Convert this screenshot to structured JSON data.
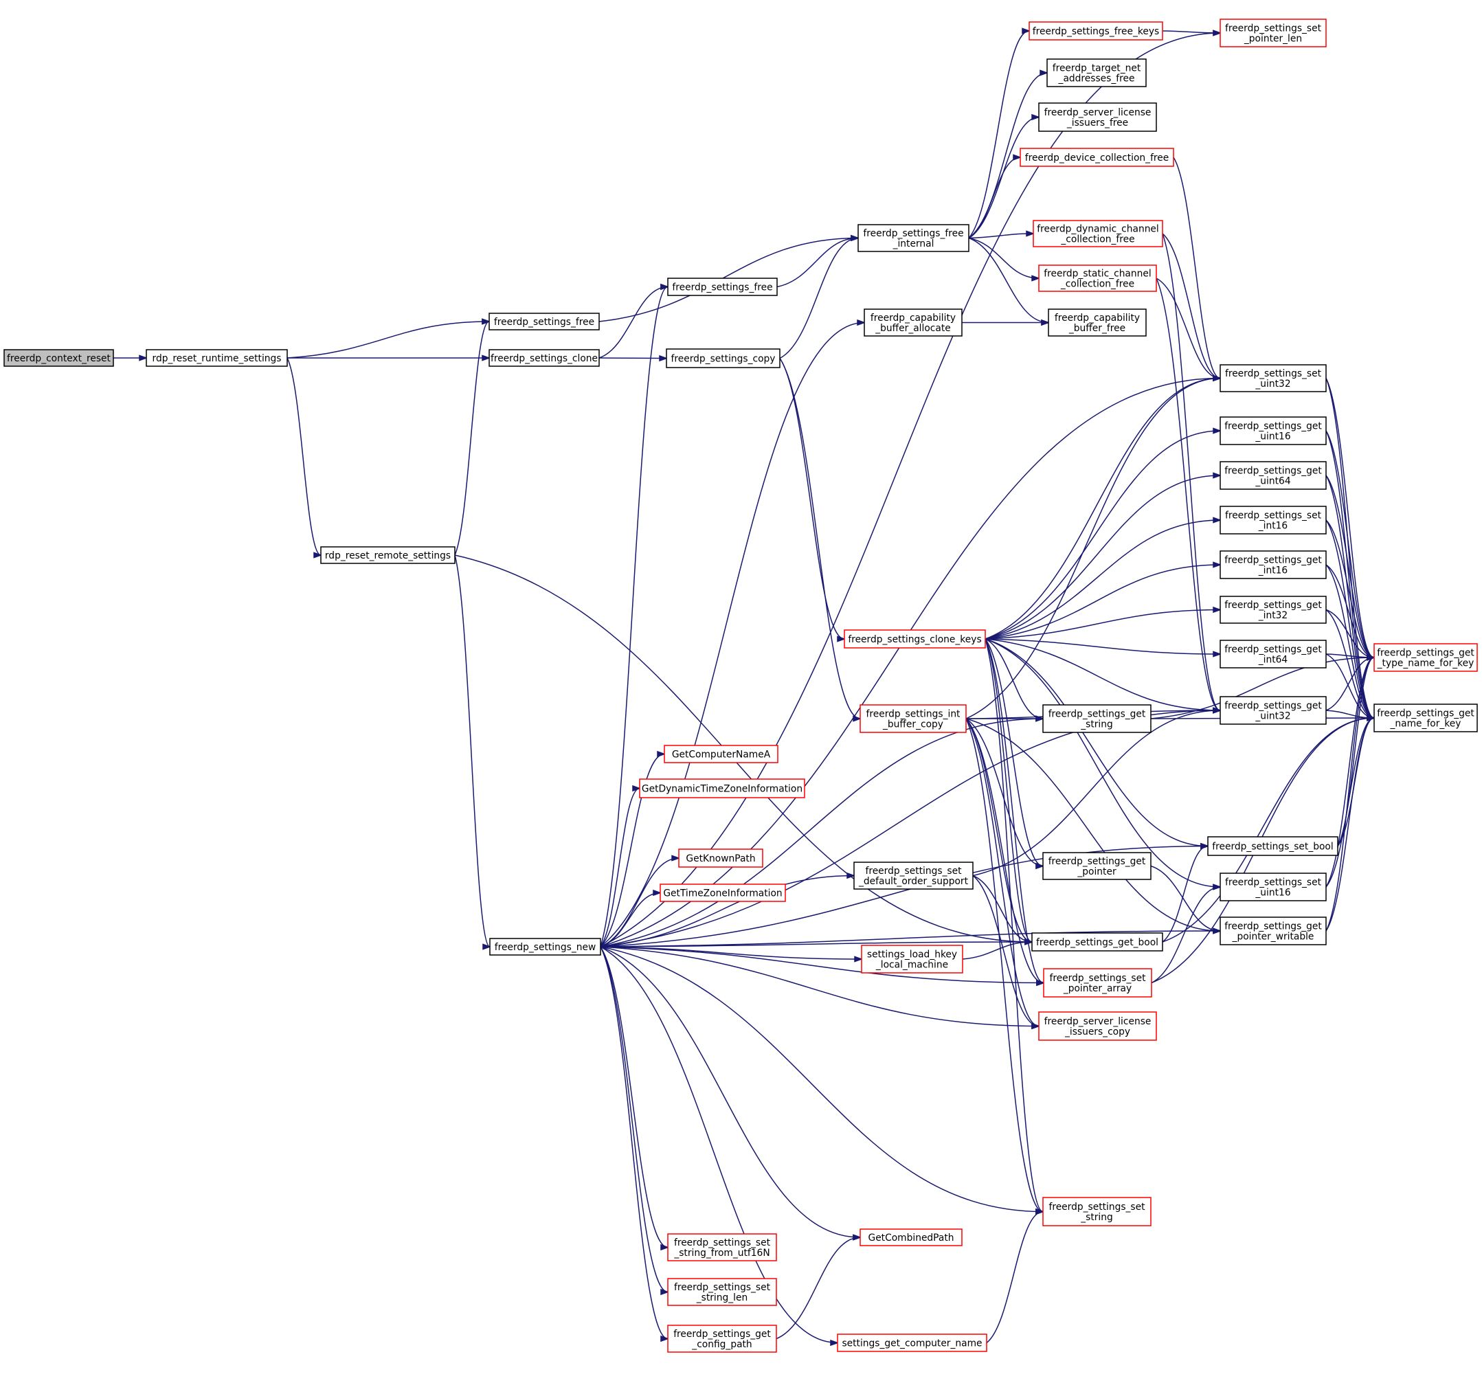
{
  "graph": {
    "colors": {
      "edge": "#191970",
      "node_border_normal": "#000000",
      "node_border_link": "#ff0000",
      "node_fill_root": "#bfbfbf",
      "node_fill": "#ffffff"
    },
    "nodes": [
      {
        "id": "freerdp_context_reset",
        "lines": [
          "freerdp_context_reset"
        ],
        "kind": "root"
      },
      {
        "id": "rdp_reset_runtime_settings",
        "lines": [
          "rdp_reset_runtime_settings"
        ],
        "kind": "normal"
      },
      {
        "id": "rdp_reset_remote_settings",
        "lines": [
          "rdp_reset_remote_settings"
        ],
        "kind": "normal"
      },
      {
        "id": "freerdp_settings_free_a",
        "lines": [
          "freerdp_settings_free"
        ],
        "kind": "normal"
      },
      {
        "id": "freerdp_settings_clone",
        "lines": [
          "freerdp_settings_clone"
        ],
        "kind": "normal"
      },
      {
        "id": "freerdp_settings_new",
        "lines": [
          "freerdp_settings_new"
        ],
        "kind": "normal"
      },
      {
        "id": "freerdp_settings_free_b",
        "lines": [
          "freerdp_settings_free"
        ],
        "kind": "normal"
      },
      {
        "id": "freerdp_settings_copy",
        "lines": [
          "freerdp_settings_copy"
        ],
        "kind": "normal"
      },
      {
        "id": "freerdp_settings_free_internal",
        "lines": [
          "freerdp_settings_free",
          "_internal"
        ],
        "kind": "normal"
      },
      {
        "id": "freerdp_capability_buffer_allocate",
        "lines": [
          "freerdp_capability",
          "_buffer_allocate"
        ],
        "kind": "normal"
      },
      {
        "id": "freerdp_settings_clone_keys",
        "lines": [
          "freerdp_settings_clone_keys"
        ],
        "kind": "link"
      },
      {
        "id": "freerdp_settings_int_buffer_copy",
        "lines": [
          "freerdp_settings_int",
          "_buffer_copy"
        ],
        "kind": "link"
      },
      {
        "id": "GetComputerNameA",
        "lines": [
          "GetComputerNameA"
        ],
        "kind": "link"
      },
      {
        "id": "GetDynamicTimeZoneInformation",
        "lines": [
          "GetDynamicTimeZoneInformation"
        ],
        "kind": "link"
      },
      {
        "id": "GetKnownPath",
        "lines": [
          "GetKnownPath"
        ],
        "kind": "link"
      },
      {
        "id": "GetTimeZoneInformation",
        "lines": [
          "GetTimeZoneInformation"
        ],
        "kind": "link"
      },
      {
        "id": "freerdp_settings_set_default_order_support",
        "lines": [
          "freerdp_settings_set",
          "_default_order_support"
        ],
        "kind": "normal"
      },
      {
        "id": "settings_load_hkey_local_machine",
        "lines": [
          "settings_load_hkey",
          "_local_machine"
        ],
        "kind": "link"
      },
      {
        "id": "freerdp_settings_set_string_from_utf16N",
        "lines": [
          "freerdp_settings_set",
          "_string_from_utf16N"
        ],
        "kind": "link"
      },
      {
        "id": "freerdp_settings_set_string_len",
        "lines": [
          "freerdp_settings_set",
          "_string_len"
        ],
        "kind": "link"
      },
      {
        "id": "freerdp_settings_get_config_path",
        "lines": [
          "freerdp_settings_get",
          "_config_path"
        ],
        "kind": "link"
      },
      {
        "id": "GetCombinedPath",
        "lines": [
          "GetCombinedPath"
        ],
        "kind": "link"
      },
      {
        "id": "settings_get_computer_name",
        "lines": [
          "settings_get_computer_name"
        ],
        "kind": "link"
      },
      {
        "id": "freerdp_settings_free_keys",
        "lines": [
          "freerdp_settings_free_keys"
        ],
        "kind": "link"
      },
      {
        "id": "freerdp_target_net_addresses_free",
        "lines": [
          "freerdp_target_net",
          "_addresses_free"
        ],
        "kind": "normal"
      },
      {
        "id": "freerdp_server_license_issuers_free",
        "lines": [
          "freerdp_server_license",
          "_issuers_free"
        ],
        "kind": "normal"
      },
      {
        "id": "freerdp_device_collection_free",
        "lines": [
          "freerdp_device_collection_free"
        ],
        "kind": "link"
      },
      {
        "id": "freerdp_dynamic_channel_collection_free",
        "lines": [
          "freerdp_dynamic_channel",
          "_collection_free"
        ],
        "kind": "link"
      },
      {
        "id": "freerdp_static_channel_collection_free",
        "lines": [
          "freerdp_static_channel",
          "_collection_free"
        ],
        "kind": "link"
      },
      {
        "id": "freerdp_capability_buffer_free",
        "lines": [
          "freerdp_capability",
          "_buffer_free"
        ],
        "kind": "normal"
      },
      {
        "id": "freerdp_settings_get_string",
        "lines": [
          "freerdp_settings_get",
          "_string"
        ],
        "kind": "normal"
      },
      {
        "id": "freerdp_settings_get_pointer",
        "lines": [
          "freerdp_settings_get",
          "_pointer"
        ],
        "kind": "normal"
      },
      {
        "id": "freerdp_settings_get_bool",
        "lines": [
          "freerdp_settings_get_bool"
        ],
        "kind": "normal"
      },
      {
        "id": "freerdp_settings_set_pointer_array",
        "lines": [
          "freerdp_settings_set",
          "_pointer_array"
        ],
        "kind": "link"
      },
      {
        "id": "freerdp_server_license_issuers_copy",
        "lines": [
          "freerdp_server_license",
          "_issuers_copy"
        ],
        "kind": "link"
      },
      {
        "id": "freerdp_settings_set_string",
        "lines": [
          "freerdp_settings_set",
          "_string"
        ],
        "kind": "link"
      },
      {
        "id": "freerdp_settings_set_pointer_len",
        "lines": [
          "freerdp_settings_set",
          "_pointer_len"
        ],
        "kind": "link"
      },
      {
        "id": "freerdp_settings_set_uint32",
        "lines": [
          "freerdp_settings_set",
          "_uint32"
        ],
        "kind": "normal"
      },
      {
        "id": "freerdp_settings_get_uint16",
        "lines": [
          "freerdp_settings_get",
          "_uint16"
        ],
        "kind": "normal"
      },
      {
        "id": "freerdp_settings_get_uint64",
        "lines": [
          "freerdp_settings_get",
          "_uint64"
        ],
        "kind": "normal"
      },
      {
        "id": "freerdp_settings_set_int16",
        "lines": [
          "freerdp_settings_set",
          "_int16"
        ],
        "kind": "normal"
      },
      {
        "id": "freerdp_settings_get_int16",
        "lines": [
          "freerdp_settings_get",
          "_int16"
        ],
        "kind": "normal"
      },
      {
        "id": "freerdp_settings_get_int32",
        "lines": [
          "freerdp_settings_get",
          "_int32"
        ],
        "kind": "normal"
      },
      {
        "id": "freerdp_settings_get_int64",
        "lines": [
          "freerdp_settings_get",
          "_int64"
        ],
        "kind": "normal"
      },
      {
        "id": "freerdp_settings_get_uint32",
        "lines": [
          "freerdp_settings_get",
          "_uint32"
        ],
        "kind": "normal"
      },
      {
        "id": "freerdp_settings_set_bool",
        "lines": [
          "freerdp_settings_set_bool"
        ],
        "kind": "normal"
      },
      {
        "id": "freerdp_settings_set_uint16",
        "lines": [
          "freerdp_settings_set",
          "_uint16"
        ],
        "kind": "normal"
      },
      {
        "id": "freerdp_settings_get_pointer_writable",
        "lines": [
          "freerdp_settings_get",
          "_pointer_writable"
        ],
        "kind": "normal"
      },
      {
        "id": "freerdp_settings_get_type_name_for_key",
        "lines": [
          "freerdp_settings_get",
          "_type_name_for_key"
        ],
        "kind": "link"
      },
      {
        "id": "freerdp_settings_get_name_for_key",
        "lines": [
          "freerdp_settings_get",
          "_name_for_key"
        ],
        "kind": "normal"
      }
    ],
    "edges": [
      [
        "freerdp_context_reset",
        "rdp_reset_runtime_settings"
      ],
      [
        "rdp_reset_runtime_settings",
        "freerdp_settings_free_a"
      ],
      [
        "rdp_reset_runtime_settings",
        "freerdp_settings_clone"
      ],
      [
        "rdp_reset_runtime_settings",
        "rdp_reset_remote_settings"
      ],
      [
        "rdp_reset_remote_settings",
        "freerdp_settings_free_a"
      ],
      [
        "rdp_reset_remote_settings",
        "freerdp_settings_new"
      ],
      [
        "rdp_reset_remote_settings",
        "freerdp_settings_get_bool"
      ],
      [
        "freerdp_settings_free_a",
        "freerdp_settings_free_internal"
      ],
      [
        "freerdp_settings_clone",
        "freerdp_settings_free_b"
      ],
      [
        "freerdp_settings_clone",
        "freerdp_settings_copy"
      ],
      [
        "freerdp_settings_copy",
        "freerdp_settings_free_internal"
      ],
      [
        "freerdp_settings_copy",
        "freerdp_settings_clone_keys"
      ],
      [
        "freerdp_settings_copy",
        "freerdp_settings_int_buffer_copy"
      ],
      [
        "freerdp_settings_free_b",
        "freerdp_settings_free_internal"
      ],
      [
        "freerdp_settings_free_internal",
        "freerdp_settings_free_keys"
      ],
      [
        "freerdp_settings_free_internal",
        "freerdp_target_net_addresses_free"
      ],
      [
        "freerdp_settings_free_internal",
        "freerdp_server_license_issuers_free"
      ],
      [
        "freerdp_settings_free_internal",
        "freerdp_device_collection_free"
      ],
      [
        "freerdp_settings_free_internal",
        "freerdp_dynamic_channel_collection_free"
      ],
      [
        "freerdp_settings_free_internal",
        "freerdp_static_channel_collection_free"
      ],
      [
        "freerdp_settings_free_internal",
        "freerdp_capability_buffer_free"
      ],
      [
        "freerdp_capability_buffer_allocate",
        "freerdp_capability_buffer_free"
      ],
      [
        "freerdp_settings_free_keys",
        "freerdp_settings_set_pointer_len"
      ],
      [
        "freerdp_device_collection_free",
        "freerdp_settings_set_uint32"
      ],
      [
        "freerdp_dynamic_channel_collection_free",
        "freerdp_settings_set_uint32"
      ],
      [
        "freerdp_dynamic_channel_collection_free",
        "freerdp_settings_get_uint32"
      ],
      [
        "freerdp_static_channel_collection_free",
        "freerdp_settings_set_uint32"
      ],
      [
        "freerdp_static_channel_collection_free",
        "freerdp_settings_get_uint32"
      ],
      [
        "freerdp_settings_new",
        "freerdp_settings_free_b"
      ],
      [
        "freerdp_settings_new",
        "freerdp_capability_buffer_allocate"
      ],
      [
        "freerdp_settings_new",
        "freerdp_settings_set_pointer_len"
      ],
      [
        "freerdp_settings_new",
        "freerdp_settings_set_uint32"
      ],
      [
        "freerdp_settings_new",
        "freerdp_settings_get_string"
      ],
      [
        "freerdp_settings_new",
        "GetComputerNameA"
      ],
      [
        "freerdp_settings_new",
        "GetDynamicTimeZoneInformation"
      ],
      [
        "freerdp_settings_new",
        "freerdp_settings_set_default_order_support"
      ],
      [
        "freerdp_settings_new",
        "GetKnownPath"
      ],
      [
        "freerdp_settings_new",
        "GetTimeZoneInformation"
      ],
      [
        "freerdp_settings_new",
        "freerdp_settings_get_bool"
      ],
      [
        "freerdp_settings_new",
        "settings_load_hkey_local_machine"
      ],
      [
        "freerdp_settings_new",
        "freerdp_settings_set_pointer_array"
      ],
      [
        "freerdp_settings_new",
        "freerdp_server_license_issuers_copy"
      ],
      [
        "freerdp_settings_new",
        "freerdp_settings_set_bool"
      ],
      [
        "freerdp_settings_new",
        "freerdp_settings_get_uint32"
      ],
      [
        "freerdp_settings_new",
        "freerdp_settings_get_pointer_writable"
      ],
      [
        "freerdp_settings_new",
        "freerdp_settings_set_string"
      ],
      [
        "freerdp_settings_new",
        "GetCombinedPath"
      ],
      [
        "freerdp_settings_new",
        "freerdp_settings_set_string_from_utf16N"
      ],
      [
        "freerdp_settings_new",
        "freerdp_settings_set_string_len"
      ],
      [
        "freerdp_settings_new",
        "freerdp_settings_get_config_path"
      ],
      [
        "freerdp_settings_new",
        "settings_get_computer_name"
      ],
      [
        "freerdp_settings_get_config_path",
        "GetCombinedPath"
      ],
      [
        "settings_get_computer_name",
        "freerdp_settings_set_string"
      ],
      [
        "settings_load_hkey_local_machine",
        "freerdp_settings_get_bool"
      ],
      [
        "freerdp_settings_set_default_order_support",
        "freerdp_settings_get_bool"
      ],
      [
        "freerdp_settings_set_default_order_support",
        "freerdp_settings_get_uint32"
      ],
      [
        "freerdp_settings_set_default_order_support",
        "freerdp_server_license_issuers_copy"
      ],
      [
        "freerdp_settings_clone_keys",
        "freerdp_settings_set_uint32"
      ],
      [
        "freerdp_settings_clone_keys",
        "freerdp_settings_get_uint16"
      ],
      [
        "freerdp_settings_clone_keys",
        "freerdp_settings_get_uint64"
      ],
      [
        "freerdp_settings_clone_keys",
        "freerdp_settings_set_int16"
      ],
      [
        "freerdp_settings_clone_keys",
        "freerdp_settings_get_int16"
      ],
      [
        "freerdp_settings_clone_keys",
        "freerdp_settings_get_int32"
      ],
      [
        "freerdp_settings_clone_keys",
        "freerdp_settings_get_int64"
      ],
      [
        "freerdp_settings_clone_keys",
        "freerdp_settings_get_string"
      ],
      [
        "freerdp_settings_clone_keys",
        "freerdp_settings_get_uint32"
      ],
      [
        "freerdp_settings_clone_keys",
        "freerdp_settings_set_bool"
      ],
      [
        "freerdp_settings_clone_keys",
        "freerdp_settings_set_uint16"
      ],
      [
        "freerdp_settings_clone_keys",
        "freerdp_settings_get_pointer"
      ],
      [
        "freerdp_settings_clone_keys",
        "freerdp_settings_get_bool"
      ],
      [
        "freerdp_settings_clone_keys",
        "freerdp_settings_set_pointer_array"
      ],
      [
        "freerdp_settings_clone_keys",
        "freerdp_settings_set_string"
      ],
      [
        "freerdp_settings_int_buffer_copy",
        "freerdp_settings_set_uint32"
      ],
      [
        "freerdp_settings_int_buffer_copy",
        "freerdp_settings_get_string"
      ],
      [
        "freerdp_settings_int_buffer_copy",
        "freerdp_settings_get_uint32"
      ],
      [
        "freerdp_settings_int_buffer_copy",
        "freerdp_settings_get_pointer"
      ],
      [
        "freerdp_settings_int_buffer_copy",
        "freerdp_settings_get_bool"
      ],
      [
        "freerdp_settings_int_buffer_copy",
        "freerdp_settings_set_pointer_array"
      ],
      [
        "freerdp_settings_int_buffer_copy",
        "freerdp_server_license_issuers_copy"
      ],
      [
        "freerdp_settings_int_buffer_copy",
        "freerdp_settings_set_string"
      ],
      [
        "freerdp_settings_int_buffer_copy",
        "freerdp_settings_get_pointer_writable"
      ],
      [
        "freerdp_settings_get_string",
        "freerdp_settings_get_type_name_for_key"
      ],
      [
        "freerdp_settings_get_string",
        "freerdp_settings_get_name_for_key"
      ],
      [
        "freerdp_settings_get_pointer",
        "freerdp_settings_get_pointer_writable"
      ],
      [
        "freerdp_settings_get_bool",
        "freerdp_settings_set_bool"
      ],
      [
        "freerdp_settings_get_bool",
        "freerdp_settings_get_name_for_key"
      ],
      [
        "freerdp_settings_set_pointer_array",
        "freerdp_settings_set_uint16"
      ],
      [
        "freerdp_settings_set_pointer_array",
        "freerdp_settings_get_name_for_key"
      ],
      [
        "freerdp_settings_set_uint32",
        "freerdp_settings_get_type_name_for_key"
      ],
      [
        "freerdp_settings_set_uint32",
        "freerdp_settings_get_name_for_key"
      ],
      [
        "freerdp_settings_get_uint16",
        "freerdp_settings_get_type_name_for_key"
      ],
      [
        "freerdp_settings_get_uint16",
        "freerdp_settings_get_name_for_key"
      ],
      [
        "freerdp_settings_get_uint64",
        "freerdp_settings_get_type_name_for_key"
      ],
      [
        "freerdp_settings_get_uint64",
        "freerdp_settings_get_name_for_key"
      ],
      [
        "freerdp_settings_set_int16",
        "freerdp_settings_get_type_name_for_key"
      ],
      [
        "freerdp_settings_set_int16",
        "freerdp_settings_get_name_for_key"
      ],
      [
        "freerdp_settings_get_int16",
        "freerdp_settings_get_type_name_for_key"
      ],
      [
        "freerdp_settings_get_int16",
        "freerdp_settings_get_name_for_key"
      ],
      [
        "freerdp_settings_get_int32",
        "freerdp_settings_get_type_name_for_key"
      ],
      [
        "freerdp_settings_get_int32",
        "freerdp_settings_get_name_for_key"
      ],
      [
        "freerdp_settings_get_int64",
        "freerdp_settings_get_type_name_for_key"
      ],
      [
        "freerdp_settings_get_int64",
        "freerdp_settings_get_name_for_key"
      ],
      [
        "freerdp_settings_get_uint32",
        "freerdp_settings_get_type_name_for_key"
      ],
      [
        "freerdp_settings_get_uint32",
        "freerdp_settings_get_name_for_key"
      ],
      [
        "freerdp_settings_set_bool",
        "freerdp_settings_get_type_name_for_key"
      ],
      [
        "freerdp_settings_set_bool",
        "freerdp_settings_get_name_for_key"
      ],
      [
        "freerdp_settings_set_uint16",
        "freerdp_settings_get_type_name_for_key"
      ],
      [
        "freerdp_settings_set_uint16",
        "freerdp_settings_get_name_for_key"
      ],
      [
        "freerdp_settings_get_pointer_writable",
        "freerdp_settings_get_type_name_for_key"
      ],
      [
        "freerdp_settings_get_pointer_writable",
        "freerdp_settings_get_name_for_key"
      ]
    ]
  }
}
